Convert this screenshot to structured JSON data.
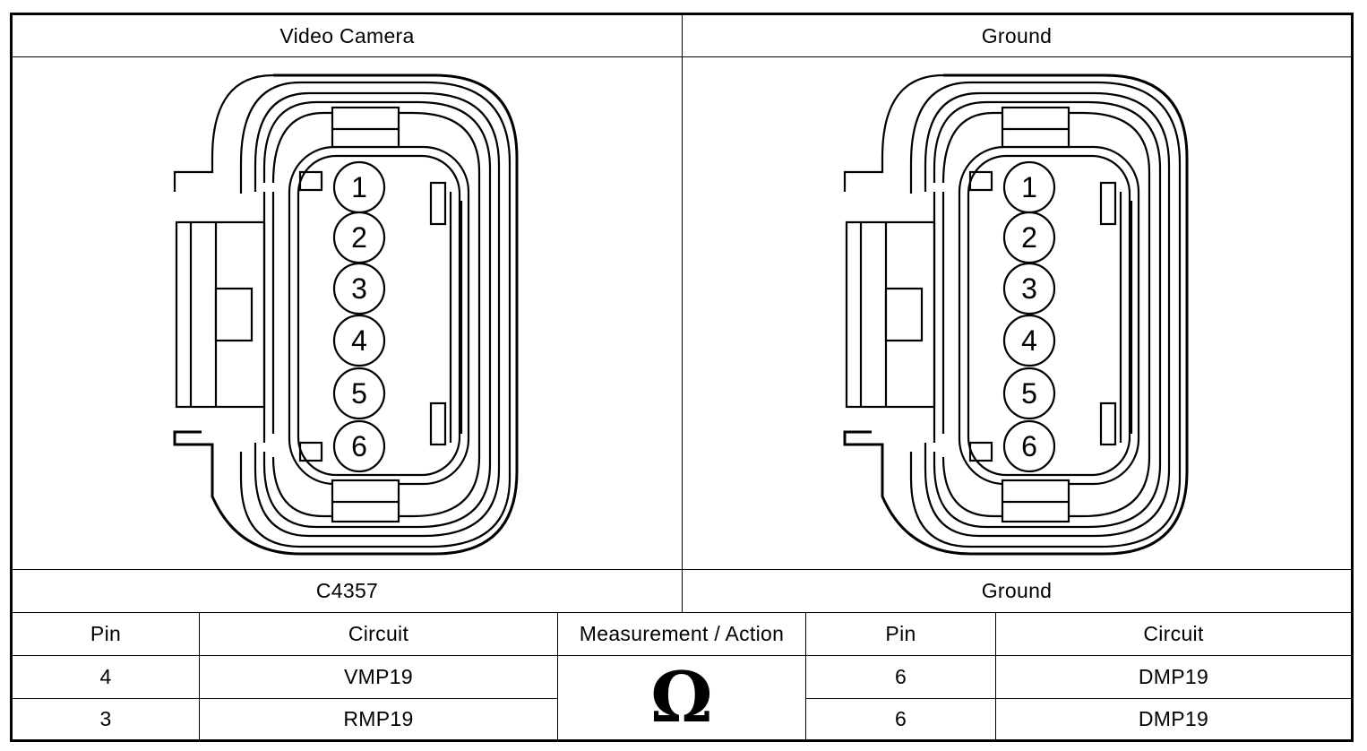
{
  "header": {
    "left_title": "Video Camera",
    "right_title": "Ground"
  },
  "connector_labels": {
    "left": "C4357",
    "right": "Ground"
  },
  "pins": [
    "1",
    "2",
    "3",
    "4",
    "5",
    "6"
  ],
  "table": {
    "headers": {
      "pin_left": "Pin",
      "circuit_left": "Circuit",
      "measurement": "Measurement / Action",
      "pin_right": "Pin",
      "circuit_right": "Circuit"
    },
    "rows": [
      {
        "pin_left": "4",
        "circuit_left": "VMP19",
        "pin_right": "6",
        "circuit_right": "DMP19"
      },
      {
        "pin_left": "3",
        "circuit_left": "RMP19",
        "pin_right": "6",
        "circuit_right": "DMP19"
      }
    ],
    "measurement_symbol": "Ω"
  }
}
